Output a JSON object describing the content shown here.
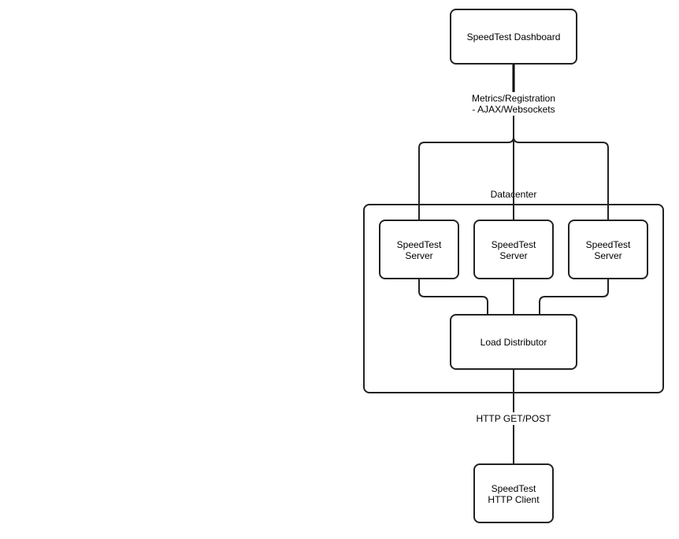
{
  "nodes": {
    "dashboard": {
      "label": "SpeedTest Dashboard"
    },
    "server_left": {
      "line1": "SpeedTest",
      "line2": "Server"
    },
    "server_middle": {
      "line1": "SpeedTest",
      "line2": "Server"
    },
    "server_right": {
      "line1": "SpeedTest",
      "line2": "Server"
    },
    "load_distributor": {
      "label": "Load Distributor"
    },
    "http_client": {
      "line1": "SpeedTest",
      "line2": "HTTP Client"
    }
  },
  "groups": {
    "datacenter": {
      "label": "Datacenter"
    }
  },
  "edges": {
    "dashboard_link": {
      "line1": "Metrics/Registration",
      "line2": "- AJAX/Websockets"
    },
    "client_link": {
      "label": "HTTP GET/POST"
    }
  }
}
